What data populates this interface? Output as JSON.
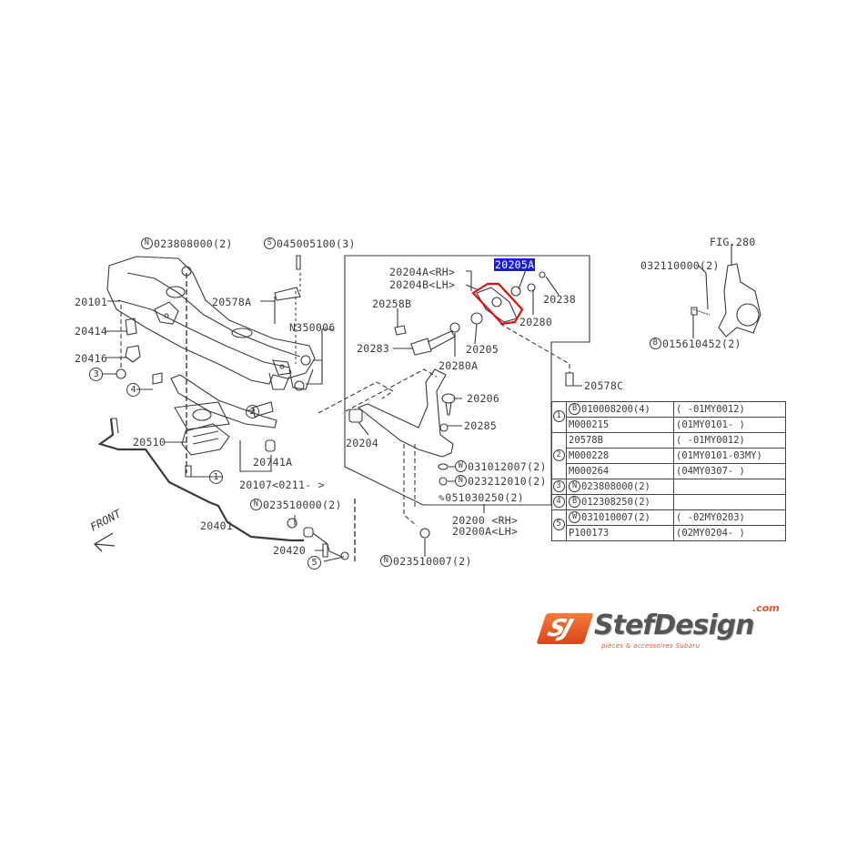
{
  "diagram": {
    "title": "Front suspension / crossmember parts diagram",
    "highlight_color": "#1a1adf",
    "selection_outline_color": "#e01010",
    "highlighted_part": "20205A",
    "callouts": {
      "n_023808000": "023808000(2)",
      "s_045005100": "045005100(3)",
      "p20101": "20101",
      "p20414": "20414",
      "p20416": "20416",
      "p20578A": "20578A",
      "n350006": "N350006",
      "p20283": "20283",
      "p20258B": "20258B",
      "p20204A": "20204A<RH>",
      "p20204B": "20204B<LH>",
      "p20205A": "20205A",
      "p20238": "20238",
      "p20280": "20280",
      "p20205": "20205",
      "p20280A": "20280A",
      "p20578C": "20578C",
      "p20206": "20206",
      "p20285": "20285",
      "p20204": "20204",
      "w_031012007": "031012007(2)",
      "n_023212010": "023212010(2)",
      "p051030250": "051030250(2)",
      "p20200": "20200  <RH>",
      "p20200A": "20200A<LH>",
      "p20510": "20510",
      "p20741A": "20741A",
      "p20107": "20107<0211-     >",
      "n_023510000": "023510000(2)",
      "p20401": "20401",
      "p20420": "20420",
      "n_023510007": "023510007(2)",
      "fig280": "FIG.280",
      "p032110000": "032110000(2)",
      "b_015610452": "015610452(2)",
      "front": "FRONT"
    },
    "circle_refs": [
      "1",
      "2",
      "3",
      "4",
      "5"
    ],
    "prefix_marks": {
      "N": "N",
      "S": "S",
      "B": "B",
      "W": "W"
    }
  },
  "legend_table": {
    "rows": [
      {
        "ref": "1",
        "items": [
          {
            "mark": "B",
            "part": "010008200(4)",
            "range": "(      -01MY0012)"
          },
          {
            "mark": "",
            "part": "M000215",
            "range": "(01MY0101-      )"
          }
        ]
      },
      {
        "ref": "2",
        "items": [
          {
            "mark": "",
            "part": "20578B",
            "range": "(      -01MY0012)"
          },
          {
            "mark": "",
            "part": "M000228",
            "range": "(01MY0101-03MY)"
          },
          {
            "mark": "",
            "part": "M000264",
            "range": "(04MY0307-     )"
          }
        ]
      },
      {
        "ref": "3",
        "items": [
          {
            "mark": "N",
            "part": "023808000(2)",
            "range": ""
          }
        ]
      },
      {
        "ref": "4",
        "items": [
          {
            "mark": "B",
            "part": "012308250(2)",
            "range": ""
          }
        ]
      },
      {
        "ref": "5",
        "items": [
          {
            "mark": "W",
            "part": "031010007(2)",
            "range": "(     -02MY0203)"
          },
          {
            "mark": "",
            "part": "P100173",
            "range": "(02MY0204-     )"
          }
        ]
      }
    ]
  },
  "logo": {
    "mark": "SJ",
    "name": "StefDesign",
    "tld": ".com",
    "tagline": "pièces & accessoires Subaru",
    "brand_color": "#e0562a"
  }
}
